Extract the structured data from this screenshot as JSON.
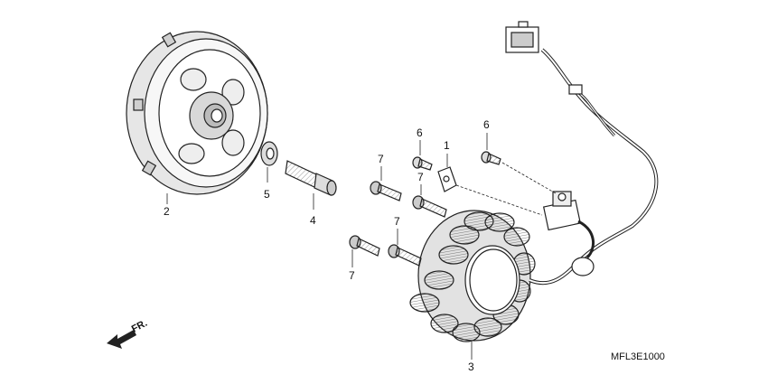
{
  "diagram": {
    "drawing_code": "MFL3E1000",
    "direction_label": "FR.",
    "callouts": {
      "flywheel": "2",
      "washer": "5",
      "flywheel_bolt": "4",
      "stator": "3",
      "pulse_generator": "1",
      "screw_top_left": "6",
      "screw_top_right": "6",
      "bolt_upper_left": "7",
      "bolt_upper_mid": "7",
      "bolt_lower_mid": "7",
      "bolt_lower_left": "7"
    }
  }
}
